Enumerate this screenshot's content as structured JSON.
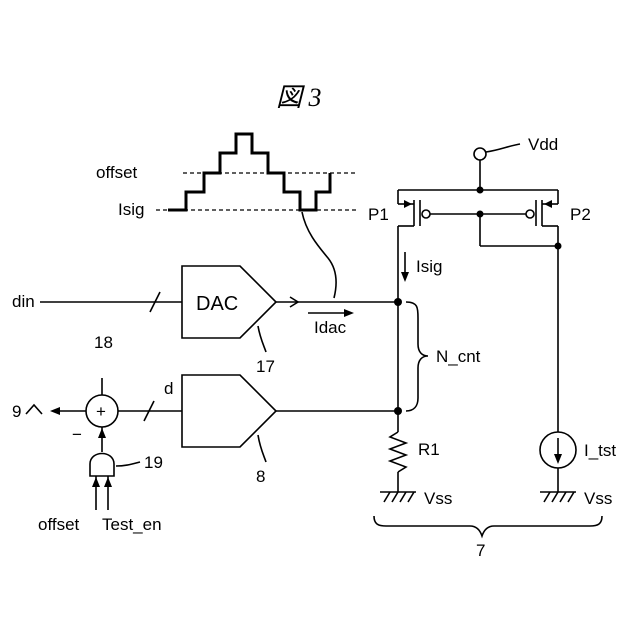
{
  "figure": {
    "title": "図 3"
  },
  "labels": {
    "din": "din",
    "dac": "DAC",
    "ref_dac": "17",
    "ref_cmp": "8",
    "ref_adder": "18",
    "ref_gate": "19",
    "ref_circuit": "7",
    "output_node": "9",
    "d": "d",
    "plus": "+",
    "minus": "−",
    "offset_wave": "offset",
    "isig_wave": "Isig",
    "isig": "Isig",
    "idac": "Idac",
    "n_cnt": "N_cnt",
    "vdd": "Vdd",
    "p1": "P1",
    "p2": "P2",
    "r1": "R1",
    "i_tst": "I_tst",
    "vss_left": "Vss",
    "vss_right": "Vss",
    "offset_in": "offset",
    "test_en": "Test_en"
  }
}
